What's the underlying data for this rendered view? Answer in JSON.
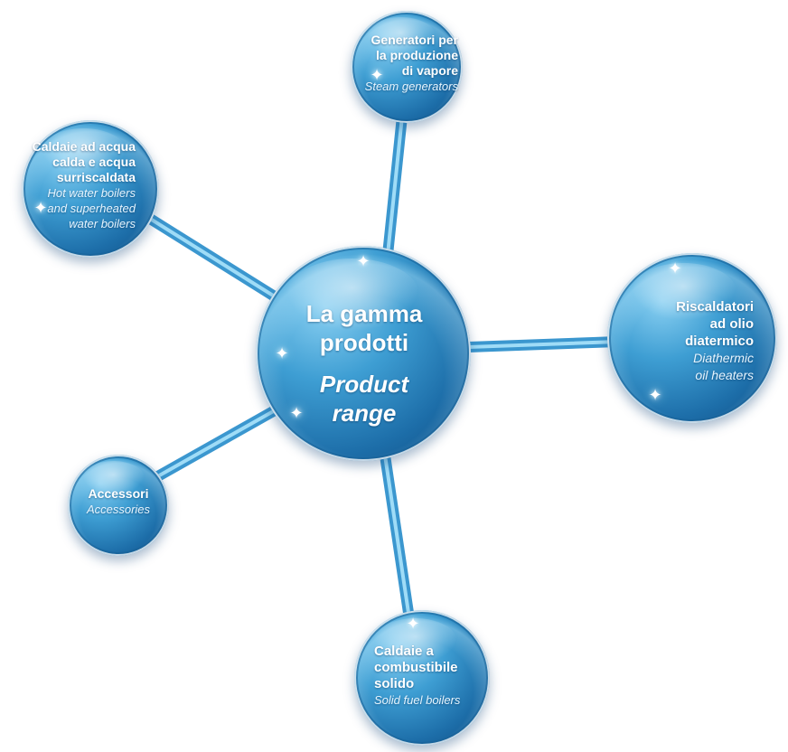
{
  "center": {
    "it": "La gamma\nprodotti",
    "en": "Product\nrange"
  },
  "nodes": {
    "steam": {
      "it": "Generatori per\nla produzione\ndi vapore",
      "en": "Steam generators"
    },
    "hot": {
      "it": "Caldaie ad acqua\ncalda e acqua\nsurriscaldata",
      "en": "Hot water boilers\nand superheated\nwater boilers"
    },
    "oil": {
      "it": "Riscaldatori\nad olio\ndiatermico",
      "en": "Diathermic\noil heaters"
    },
    "acc": {
      "it": "Accessori",
      "en": "Accessories"
    },
    "solid": {
      "it": "Caldaie a\ncombustibile\nsolido",
      "en": "Solid fuel boilers"
    }
  },
  "colors": {
    "bubble": "#2a86c3",
    "link": "#4aa7d8",
    "text": "#ffffff"
  }
}
